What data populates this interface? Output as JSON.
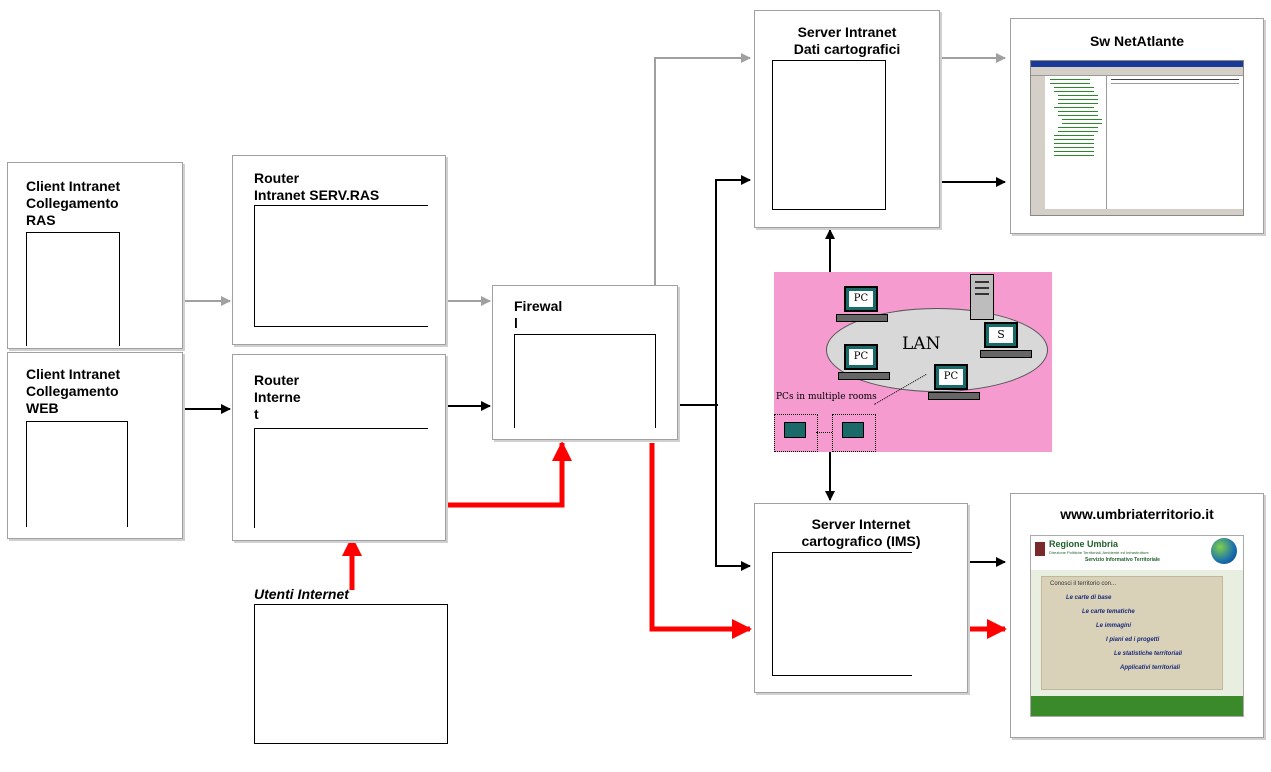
{
  "nodes": {
    "client_ras": "Client Intranet\nCollegamento\nRAS",
    "client_web": "Client Intranet\nCollegamento\nWEB",
    "router_intranet": "Router\nIntranet SERV.RAS",
    "router_internet": "Router\nInterne\nt",
    "firewall": "Firewal\nl",
    "server_intranet": "Server Intranet\nDati cartografici",
    "server_internet": "Server Internet\ncartografico (IMS)",
    "sw_netatlante": "Sw NetAtlante",
    "website": "www.umbriaterritorio.it",
    "utenti": "Utenti Internet"
  },
  "lan": {
    "center_label": "LAN",
    "pc_label": "PC",
    "server_label": "S",
    "caption": "PCs in multiple rooms"
  },
  "website_content": {
    "title": "Regione Umbria",
    "subtitle1": "Direzione Politiche Territoriali, Ambiente ed Infrastrutture",
    "subtitle2": "Servizio Informativo Territoriale",
    "intro": "Conosci il territorio con...",
    "items": [
      "Le carte di base",
      "Le carte tematiche",
      "Le immagini",
      "I piani ed i progetti",
      "Le statistiche territoriali",
      "Applicativi territoriali"
    ]
  },
  "colors": {
    "gray_link": "#a0a0a0",
    "black_link": "#000000",
    "red_link": "#ff0000",
    "lan_bg": "#f59bd0"
  }
}
